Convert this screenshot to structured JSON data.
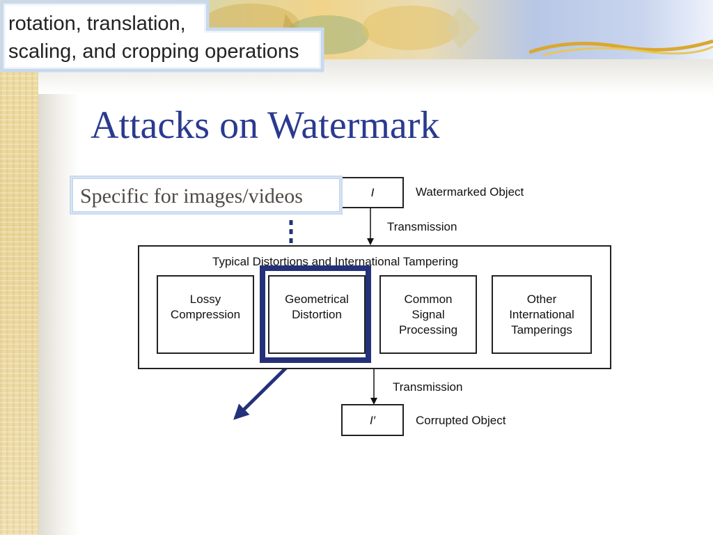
{
  "slide": {
    "title": "Attacks on Watermark"
  },
  "callouts": {
    "specific": "Specific for images/videos",
    "operations_line1": "rotation, translation,",
    "operations_line2": "scaling, and cropping operations"
  },
  "diagram": {
    "top_box_label": "I",
    "top_box_caption": "Watermarked Object",
    "transmission_1": "Transmission",
    "outer_caption": "Typical Distortions and International Tampering",
    "boxes": [
      {
        "line1": "Lossy",
        "line2": "Compression",
        "line3": ""
      },
      {
        "line1": "Geometrical",
        "line2": "Distortion",
        "line3": ""
      },
      {
        "line1": "Common",
        "line2": "Signal",
        "line3": "Processing"
      },
      {
        "line1": "Other",
        "line2": "International",
        "line3": "Tamperings"
      }
    ],
    "transmission_2": "Transmission",
    "bottom_box_label": "I′",
    "bottom_box_caption": "Corrupted Object"
  },
  "colors": {
    "title": "#2a3a8f",
    "highlight": "#24317a",
    "callout_border": "#c8d9ef"
  }
}
